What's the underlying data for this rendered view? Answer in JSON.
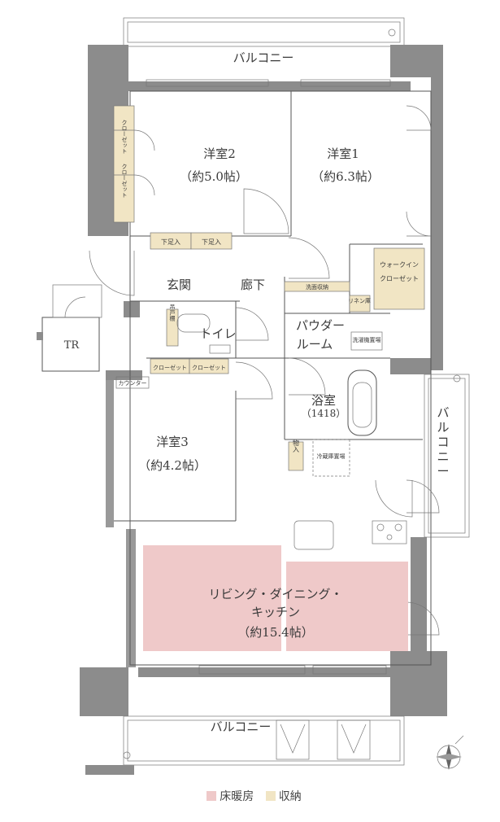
{
  "colors": {
    "floor_heating": "#efc9c9",
    "storage": "#f1e5c4",
    "wall": "#8c8c8c"
  },
  "rooms": {
    "balcony_top": "バルコニー",
    "balcony_right": "バルコニー",
    "balcony_bottom": "バルコニー",
    "room2_name": "洋室2",
    "room2_size": "（約5.0帖）",
    "room1_name": "洋室1",
    "room1_size": "（約6.3帖）",
    "room3_name": "洋室3",
    "room3_size": "（約4.2帖）",
    "entrance": "玄関",
    "corridor": "廊下",
    "toilet": "トイレ",
    "powder_1": "パウダー",
    "powder_2": "ルーム",
    "bath_name": "浴室",
    "bath_size": "（1418）",
    "ldk_1": "リビング・ダイニング・",
    "ldk_2": "キッチン",
    "ldk_size": "（約15.4帖）",
    "tr": "TR"
  },
  "storage_labels": {
    "closet_a": "クローゼット",
    "closet_b": "クローゼット",
    "geta_1": "下足入",
    "geta_2": "下足入",
    "walkin_1": "ウォークイン",
    "walkin_2": "クローゼット",
    "shelf": "洗面収納",
    "linen": "リネン庫",
    "washer": "洗濯機置場",
    "toilet_shelf": "吊戸棚",
    "counter": "カウンター",
    "closet_c": "クローゼット",
    "closet_d": "クローゼット",
    "mono": "物入",
    "fridge": "冷蔵庫置場"
  },
  "legend": {
    "floor_heating": "床暖房",
    "storage": "収納"
  }
}
